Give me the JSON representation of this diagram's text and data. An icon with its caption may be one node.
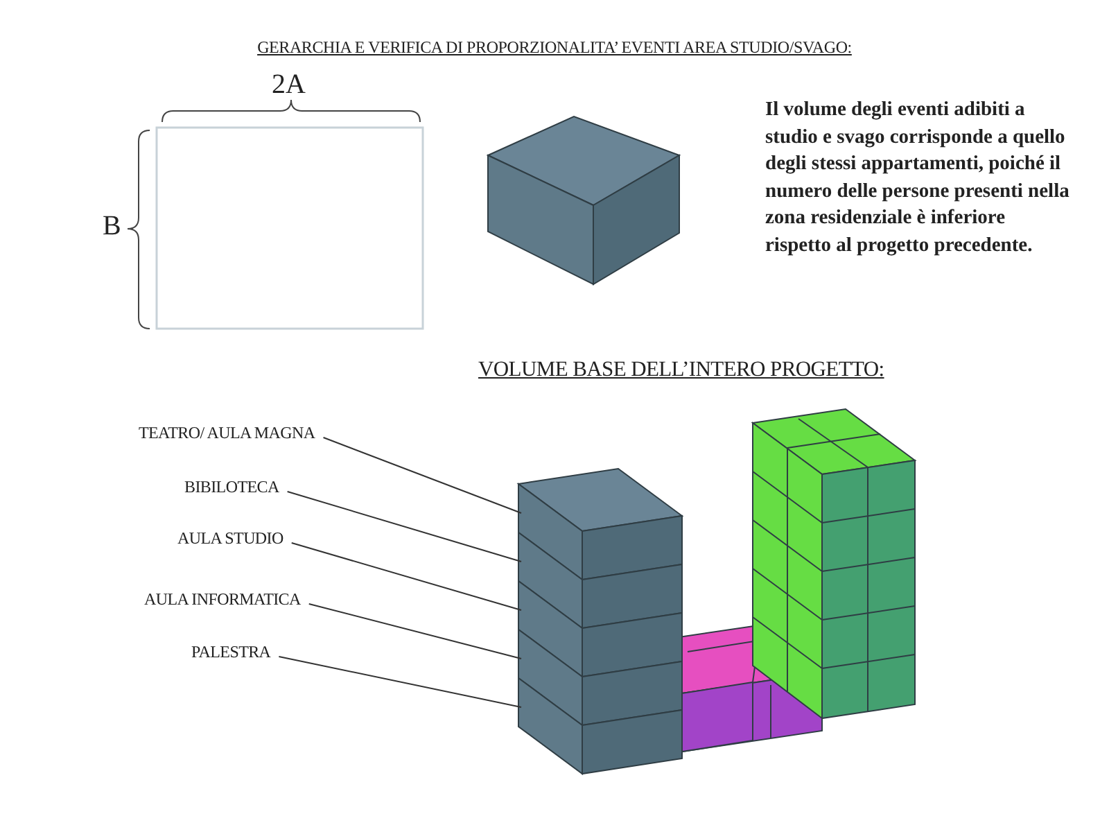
{
  "diagram": {
    "title": "GERARCHIA E VERIFICA DI PROPORZIONALITA’ EVENTI AREA STUDIO/SVAGO:",
    "nodes": [
      {
        "text": [
          "TEATRO/ AULA MAGNA"
        ]
      },
      {
        "text": [
          "BIBILOTECA"
        ]
      },
      {
        "text": [
          "AULA STUDIO"
        ]
      },
      {
        "text": [
          "AULA INFORMATICA"
        ]
      },
      {
        "text": [
          "PALESTRA"
        ]
      },
      {
        "text": [],
        "shape": "box"
      },
      {
        "text": [],
        "shape": "box"
      },
      {
        "text": [],
        "shape": "box"
      },
      {
        "text": [],
        "shape": "box"
      },
      {
        "text": [],
        "shape": "box"
      }
    ],
    "edges": [
      {
        "from": 0,
        "to": 5,
        "arrow": "none"
      },
      {
        "from": 1,
        "to": 6,
        "arrow": "none"
      },
      {
        "from": 2,
        "to": 7,
        "arrow": "none"
      },
      {
        "from": 3,
        "to": 8,
        "arrow": "none"
      },
      {
        "from": 4,
        "to": 9,
        "arrow": "none"
      }
    ],
    "labels": [
      "2A",
      "B",
      "Il volume degli eventi adibiti a studio e svago corrisponde a quello degli stessi appartamenti, poiché il numero delle persone presenti nella zona residenziale è inferiore rispetto al progetto precedente.",
      "VOLUME BASE DELL’INTERO PROGETTO:"
    ]
  }
}
